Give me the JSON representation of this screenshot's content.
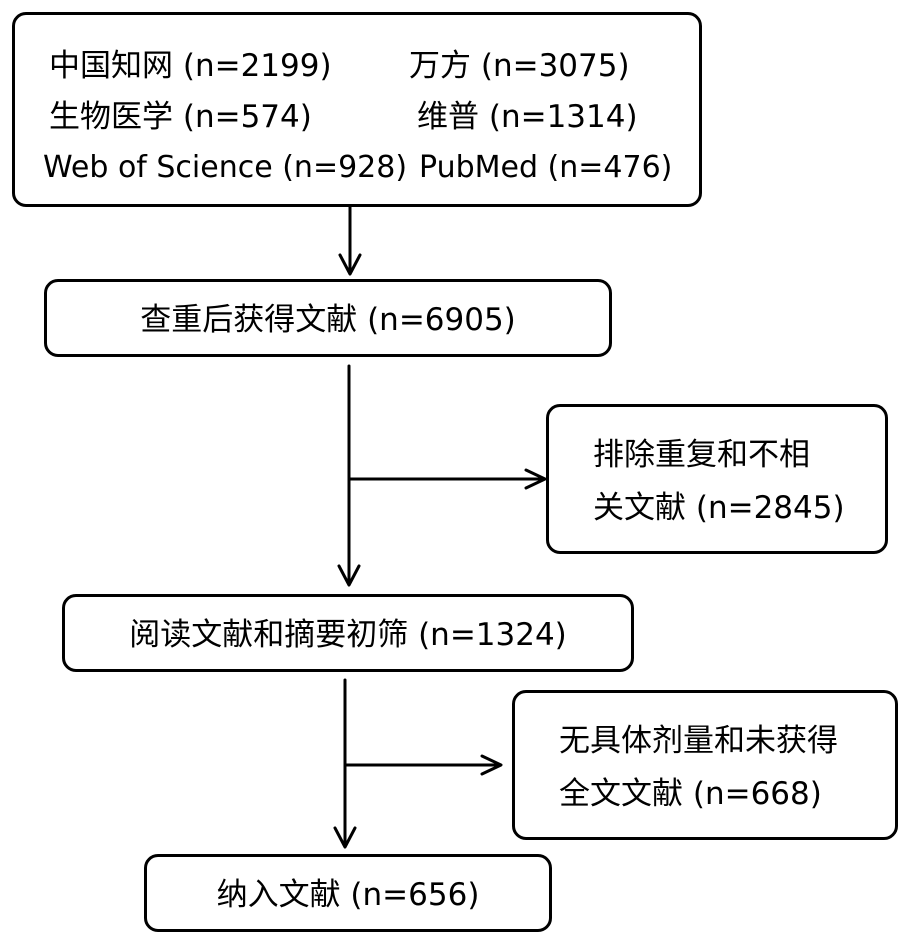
{
  "sources": {
    "cnki": "中国知网 (n=2199)",
    "wanfang": "万方 (n=3075)",
    "biomed": "生物医学 (n=574)",
    "vip": "维普 (n=1314)",
    "wos": "Web of Science (n=928)",
    "pubmed": "PubMed (n=476)"
  },
  "dedup": "查重后获得文献 (n=6905)",
  "excluded1": {
    "line1": "排除重复和不相",
    "line2": "关文献 (n=2845)"
  },
  "screen": "阅读文献和摘要初筛 (n=1324)",
  "excluded2": {
    "line1": "无具体剂量和未获得",
    "line2": "全文文献 (n=668)"
  },
  "included": "纳入文献 (n=656)"
}
